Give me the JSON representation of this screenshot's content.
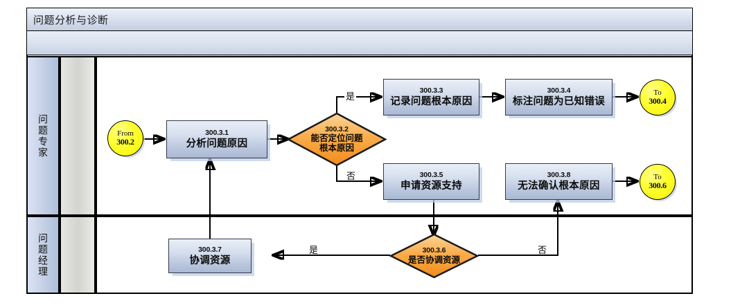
{
  "diagram": {
    "title": "问题分析与诊断",
    "subtitle": ""
  },
  "lanes": [
    {
      "id": "lane-expert",
      "label": "问题专家"
    },
    {
      "id": "lane-manager",
      "label": "问题经理"
    }
  ],
  "nodes": {
    "start": {
      "line1": "From",
      "line2": "300.2"
    },
    "n1": {
      "code": "300.3.1",
      "label": "分析问题原因"
    },
    "d2": {
      "code": "300.3.2",
      "label1": "能否定位问题",
      "label2": "根本原因"
    },
    "n3": {
      "code": "300.3.3",
      "label": "记录问题根本原因"
    },
    "n4": {
      "code": "300.3.4",
      "label": "标注问题为已知错误"
    },
    "end4": {
      "line1": "To",
      "line2": "300.4"
    },
    "n5": {
      "code": "300.3.5",
      "label": "申请资源支持"
    },
    "n8": {
      "code": "300.3.8",
      "label": "无法确认根本原因"
    },
    "end6": {
      "line1": "To",
      "line2": "300.6"
    },
    "n7": {
      "code": "300.3.7",
      "label": "协调资源"
    },
    "d6": {
      "code": "300.3.6",
      "label": "是否协调资源"
    }
  },
  "edge_labels": {
    "d2_yes": "是",
    "d2_no": "否",
    "d6_yes": "是",
    "d6_no": "否"
  },
  "colors": {
    "process_fill": "#d6dfee",
    "decision_fill": "#f7a034",
    "terminator_fill": "#ffff33",
    "lane_header": "#c3cfe5",
    "frame_stroke": "#000000"
  }
}
